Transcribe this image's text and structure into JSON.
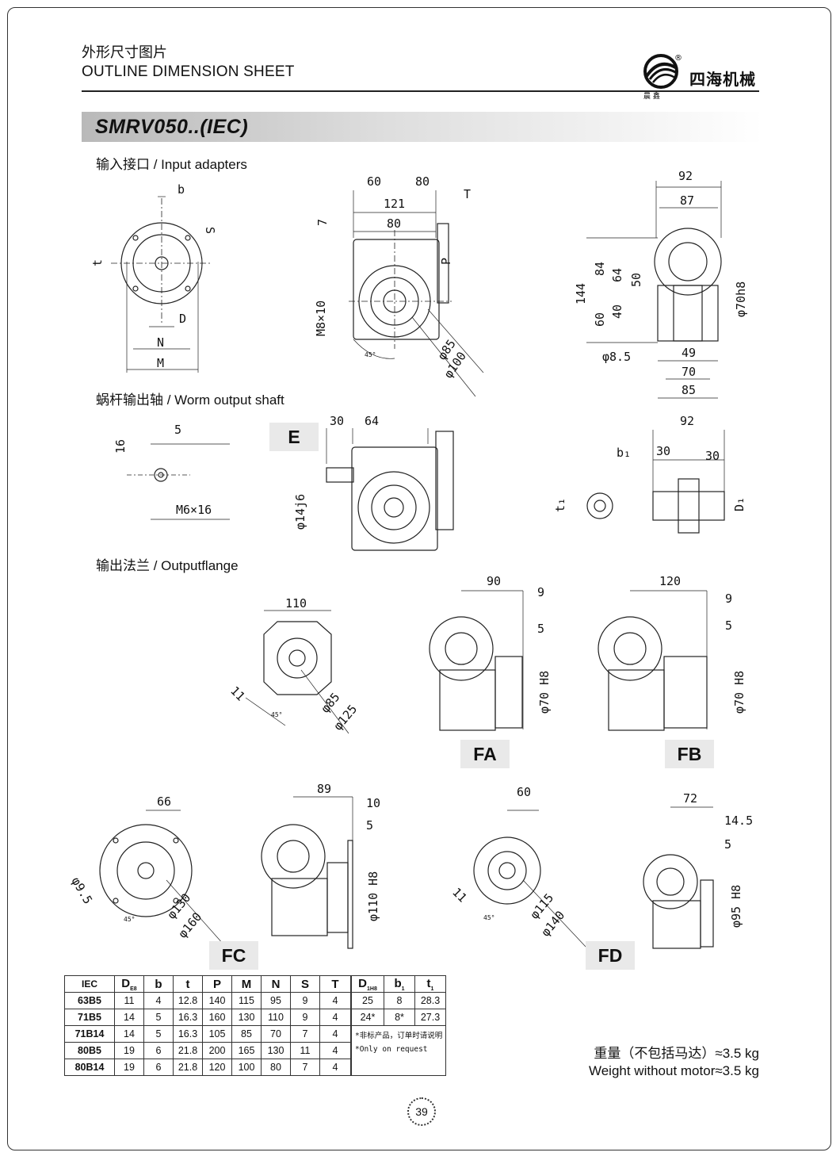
{
  "header": {
    "title_cn": "外形尺寸图片",
    "title_en": "OUTLINE DIMENSION SHEET",
    "brand": "四海机械",
    "logo_sub": "晨 鑫",
    "logo_mark": "®"
  },
  "model": "SMRV050..(IEC)",
  "sections": {
    "input": "输入接口 / Input adapters",
    "worm_shaft": "蜗杆输出轴 / Worm output shaft",
    "output_flange": "输出法兰 / Outputflange"
  },
  "labels": {
    "e": "E",
    "fa": "FA",
    "fb": "FB",
    "fc": "FC",
    "fd": "FD"
  },
  "dims": {
    "in_b": "b",
    "in_s": "S",
    "in_t": "t",
    "in_d": "D",
    "in_n": "N",
    "in_m": "M",
    "f_60": "60",
    "f_80": "80",
    "f_121": "121",
    "f_80b": "80",
    "f_t": "T",
    "f_7": "7",
    "f_p": "P",
    "f_m8": "M8×10",
    "f_85": "φ85",
    "f_100": "φ100",
    "f_45": "45°",
    "s_92": "92",
    "s_87": "87",
    "s_84": "84",
    "s_144": "144",
    "s_64": "64",
    "s_50": "50",
    "s_40": "40",
    "s_60": "60",
    "s_70h8": "φ70h8",
    "s_85": "φ8.5",
    "s_49": "49",
    "s_70": "70",
    "s_85b": "85",
    "w_5": "5",
    "w_16": "16",
    "w_m6": "M6×16",
    "e_30": "30",
    "e_64": "64",
    "e_14j6": "φ14j6",
    "h_b1": "b₁",
    "h_t1": "t₁",
    "h_92": "92",
    "h_30a": "30",
    "h_30b": "30",
    "h_d1": "D₁",
    "o_110": "110",
    "o_11": "11",
    "o_85": "φ85",
    "o_125": "φ125",
    "o_45": "45°",
    "fa_90": "90",
    "fa_9": "9",
    "fa_5": "5",
    "fa_70": "φ70 H8",
    "fb_120": "120",
    "fb_9": "9",
    "fb_5": "5",
    "fb_70": "φ70 H8",
    "fc_66": "66",
    "fc_95": "φ9.5",
    "fc_130": "φ130",
    "fc_160": "φ160",
    "fc_45": "45°",
    "fc_89": "89",
    "fc_10": "10",
    "fc_5": "5",
    "fc_110": "φ110 H8",
    "fd_60": "60",
    "fd_11": "11",
    "fd_115": "φ115",
    "fd_140": "φ140",
    "fd_45": "45°",
    "fd_72": "72",
    "fd_145": "14.5",
    "fd_5": "5",
    "fd_95": "φ95 H8"
  },
  "table": {
    "headers": [
      "IEC",
      "D",
      "b",
      "t",
      "P",
      "M",
      "N",
      "S",
      "T"
    ],
    "header_subs": {
      "d": "E8",
      "d1": "1H8",
      "b1": "1",
      "t1": "1"
    },
    "headers2": [
      "D",
      "b",
      "t"
    ],
    "rows": [
      [
        "63B5",
        "11",
        "4",
        "12.8",
        "140",
        "115",
        "95",
        "9",
        "4"
      ],
      [
        "71B5",
        "14",
        "5",
        "16.3",
        "160",
        "130",
        "110",
        "9",
        "4"
      ],
      [
        "71B14",
        "14",
        "5",
        "16.3",
        "105",
        "85",
        "70",
        "7",
        "4"
      ],
      [
        "80B5",
        "19",
        "6",
        "21.8",
        "200",
        "165",
        "130",
        "11",
        "4"
      ],
      [
        "80B14",
        "19",
        "6",
        "21.8",
        "120",
        "100",
        "80",
        "7",
        "4"
      ]
    ],
    "rows2": [
      [
        "25",
        "8",
        "28.3"
      ],
      [
        "24*",
        "8*",
        "27.3"
      ]
    ],
    "note_cn": "*非标产品，订单时请说明",
    "note_en": "*Only on request"
  },
  "weight": {
    "cn": "重量（不包括马达）≈3.5 kg",
    "en": "Weight without motor≈3.5 kg"
  },
  "page": "39"
}
